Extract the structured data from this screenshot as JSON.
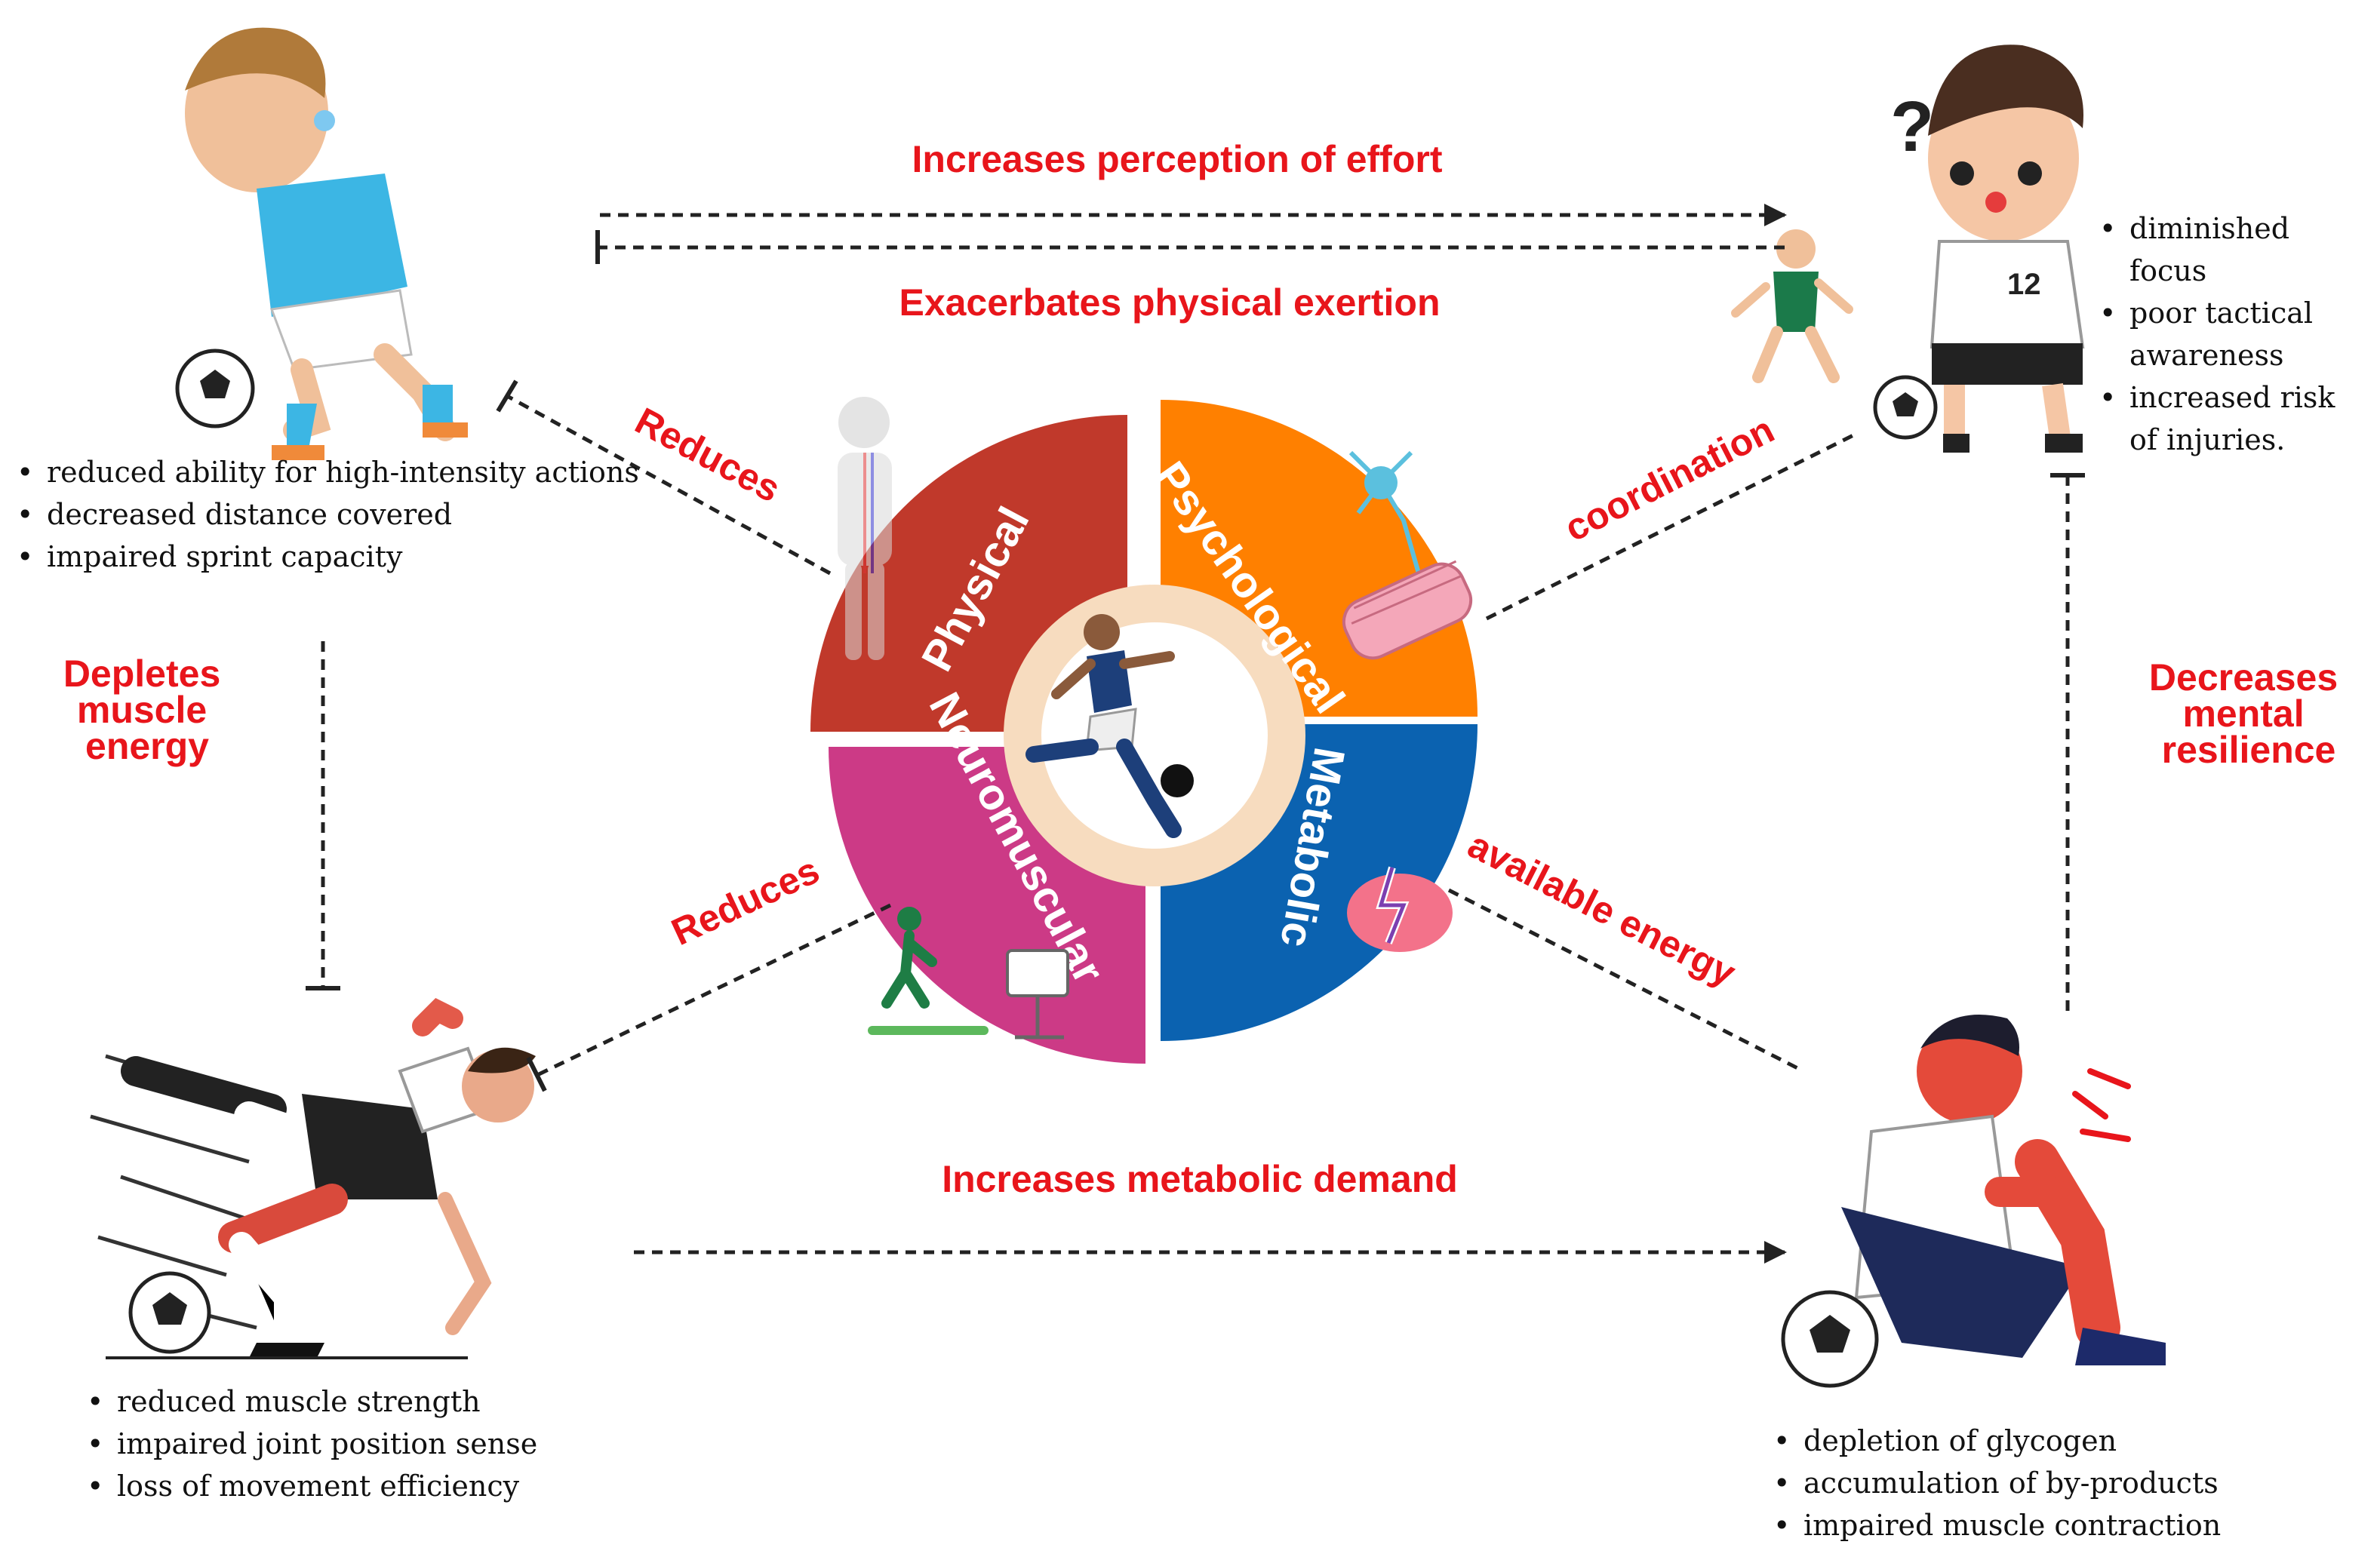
{
  "center": {
    "segments": [
      "Physical",
      "Psychological",
      "Metabolic",
      "Neuromuscular"
    ],
    "colors": {
      "physical": "#c0392b",
      "psychological": "#ff8000",
      "metabolic": "#0b62b0",
      "neuromuscular": "#cc3a86",
      "ring": "#f7dcbf"
    }
  },
  "relations": {
    "top_forward": "Increases perception of effort",
    "top_backward": "Exacerbates physical exertion",
    "bottom": "Increases metabolic demand",
    "left_vertical": [
      "Depletes",
      "muscle",
      "energy"
    ],
    "right_vertical": [
      "Decreases",
      "mental",
      "resilience"
    ],
    "physical_link": "Reduces",
    "psych_link": "coordination",
    "neuro_link": "Reduces",
    "metabolic_link": "available energy"
  },
  "quadrants": {
    "top_left": [
      "reduced ability for high-intensity actions",
      "decreased distance covered",
      " impaired sprint capacity"
    ],
    "top_right": [
      "diminished focus",
      "poor tactical awareness",
      " increased risk of injuries."
    ],
    "bottom_left": [
      "reduced muscle strength",
      "impaired joint position sense",
      "loss of movement efficiency"
    ],
    "bottom_right": [
      "depletion of glycogen",
      " accumulation of by-products",
      "impaired muscle contraction"
    ]
  },
  "icons": [
    "tired-player-illustration",
    "confused-player-illustration",
    "falling-player-illustration",
    "injured-player-illustration",
    "running-player-icon",
    "human-body-icon",
    "neuron-icon",
    "muscle-fiber-icon",
    "brain-lightning-icon",
    "treadmill-test-icon",
    "soccer-ball-icon",
    "question-mark-icon"
  ]
}
